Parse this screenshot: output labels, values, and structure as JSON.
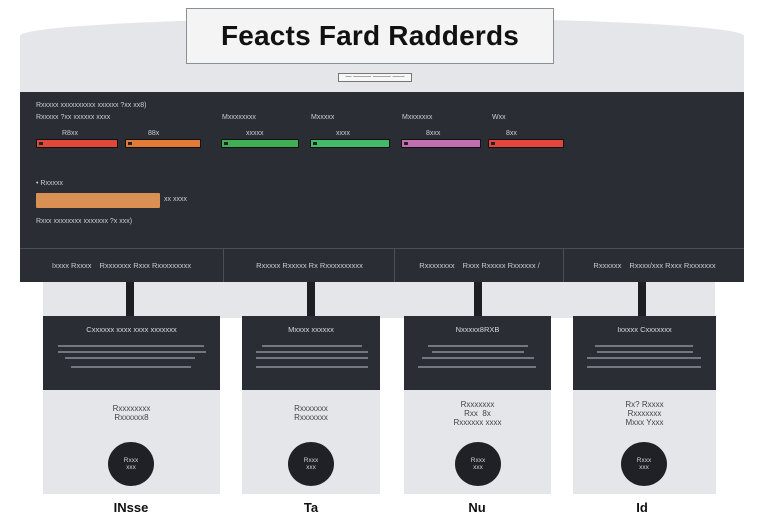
{
  "header": {
    "title": "Feacts Fard Radderds",
    "subtitle": "— ——— ——— ——"
  },
  "panel": {
    "intro_line": "Rxxxxx xxxxxxxxxx xxxxxx ?xx xx8)",
    "groups": [
      {
        "heading": "Rxxxxx ?xx xxxxxx xxxx",
        "bars": [
          {
            "label": "R8xx",
            "color": "#e0493a"
          },
          {
            "label": "88x",
            "color": "#e07a35"
          }
        ]
      },
      {
        "heading": "Mxxxxxxxx",
        "bars": [
          {
            "label": "xxxxx",
            "color": "#3fae57"
          }
        ]
      },
      {
        "heading": "Mxxxxx",
        "bars": [
          {
            "label": "xxxx",
            "color": "#45b96a"
          }
        ]
      },
      {
        "heading": "Mxxxxxxx",
        "bars": [
          {
            "label": "8xxx",
            "color": "#c26fb0"
          }
        ]
      },
      {
        "heading": "Wxx",
        "bars": [
          {
            "label": "8xx",
            "color": "#e2463d"
          }
        ]
      }
    ],
    "single_metric": {
      "label": "• Rxxxxx",
      "value_label": "xx xxxx",
      "caption": "Rxxx xxxxxxxx xxxxxxx ?x xxx)",
      "color": "#d99052"
    },
    "footer_cells": [
      [
        "Ixxxx Rxxxx",
        "Rxxxxxxx Rxxx Rxxxxxxxxx"
      ],
      [
        "Rxxxxx Rxxxxx Rx Rxxxxxxxxxx"
      ],
      [
        "Rxxxxxxxx",
        "Rxxx Rxxxxx Rxxxxxx /"
      ],
      [
        "Rxxxxxx",
        "Rxxxx/xxx Rxxx Rxxxxxxx"
      ]
    ]
  },
  "cards": [
    {
      "title": "Cxxxxxx xxxx xxxx xxxxxxx",
      "label": "Rxxxxxxxx\nRxxxxxx8",
      "circle": "Rxxx\nxxx",
      "bottom": "INsse"
    },
    {
      "title": "Mxxxx xxxxxx",
      "label": "Rxxxxxxx\nRxxxxxxx",
      "circle": "Rxxx\nxxx",
      "bottom": "Ta"
    },
    {
      "title": "Nxxxxx8RXB",
      "label": "Rxxxxxxx\nRxx  8x\nRxxxxxx xxxx",
      "circle": "Rxxx\nxxx",
      "bottom": "Nu"
    },
    {
      "title": "Ixxxxx  Cxxxxxxx",
      "label": "Rx? Rxxxx\nRxxxxxxx\nMxxx Yxxx",
      "circle": "Rxxx\nxxx",
      "bottom": "Id"
    }
  ]
}
